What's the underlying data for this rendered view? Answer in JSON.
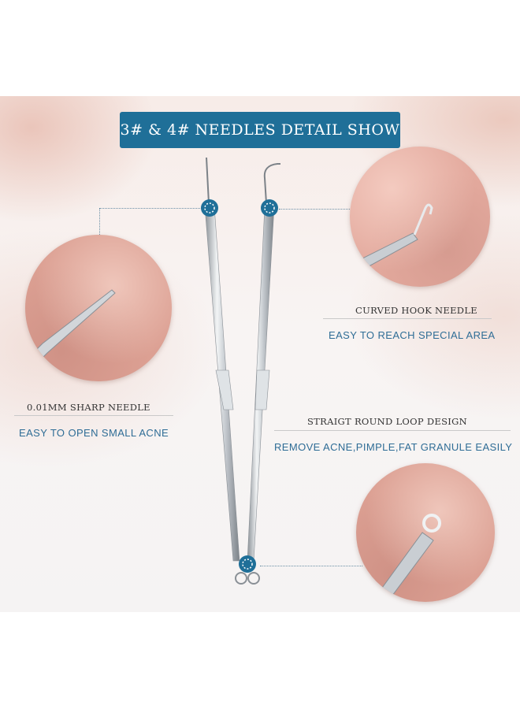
{
  "banner": {
    "title": "3# & 4# NEEDLES DETAIL SHOW"
  },
  "features": [
    {
      "title": "CURVED HOOK NEEDLE",
      "subtitle": "EASY TO REACH SPECIAL AREA"
    },
    {
      "title": "0.01MM SHARP NEEDLE",
      "subtitle": "EASY TO OPEN SMALL ACNE"
    },
    {
      "title": "STRAIGT ROUND LOOP DESIGN",
      "subtitle": "REMOVE ACNE,PIMPLE,FAT GRANULE EASILY"
    }
  ],
  "colors": {
    "accent": "#1f6f98",
    "subtitle_text": "#2f6d96",
    "steel": "#b9bec4"
  },
  "icons": [
    "sharp-needle-closeup",
    "curved-hook-closeup",
    "round-loop-closeup",
    "blemish-extractor-tools"
  ]
}
